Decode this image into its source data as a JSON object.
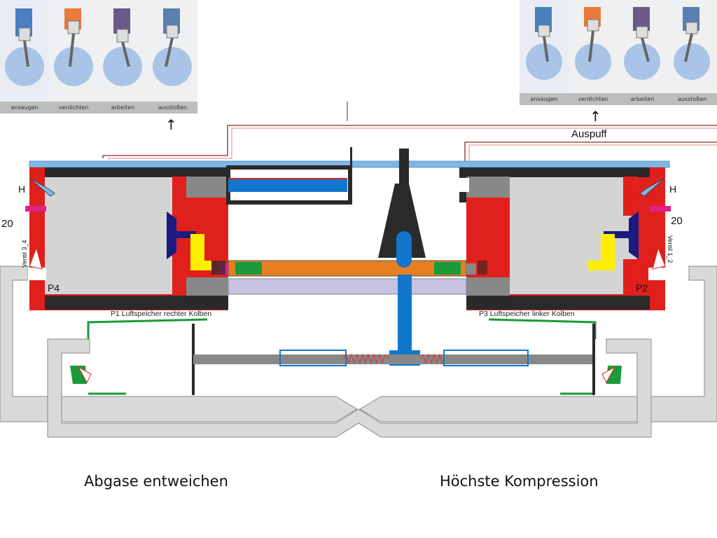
{
  "cycle_panels": {
    "left": [
      "ansaugen",
      "verdichten",
      "arbeiten",
      "ausstoßen"
    ],
    "right": [
      "ansaugen",
      "verdichten",
      "arbeiten",
      "ausstoßen"
    ]
  },
  "arrow_symbol": "↑",
  "labels": {
    "exhaust": "Auspuff",
    "h_left": "H",
    "h_right": "H",
    "num_left": "20",
    "num_right": "20",
    "valve_left": "Ventil 3_4",
    "valve_right": "Ventil 1_2",
    "p4": "P4",
    "p2": "P2",
    "store_right_piston": "P1 Luftspeicher rechter Kolben",
    "store_left_piston": "P3 Luftspeicher linker Kolben"
  },
  "captions": {
    "left": "Abgase entweichen",
    "right": "Höchste Kompression"
  },
  "colors": {
    "housing_red": "#e0201c",
    "frame_dark": "#2a2a2a",
    "top_bar": "#7fb7e6",
    "rod_blue": "#1177cc",
    "plunger_orange": "#e67e22",
    "seal_green": "#1a9a3a",
    "lavender": "#c8c2e0",
    "yellow": "#ffee00",
    "navy": "#1a1a80",
    "magenta": "#e0208c",
    "duct_gray": "#d9d9d9",
    "spring_red": "#e03030"
  }
}
